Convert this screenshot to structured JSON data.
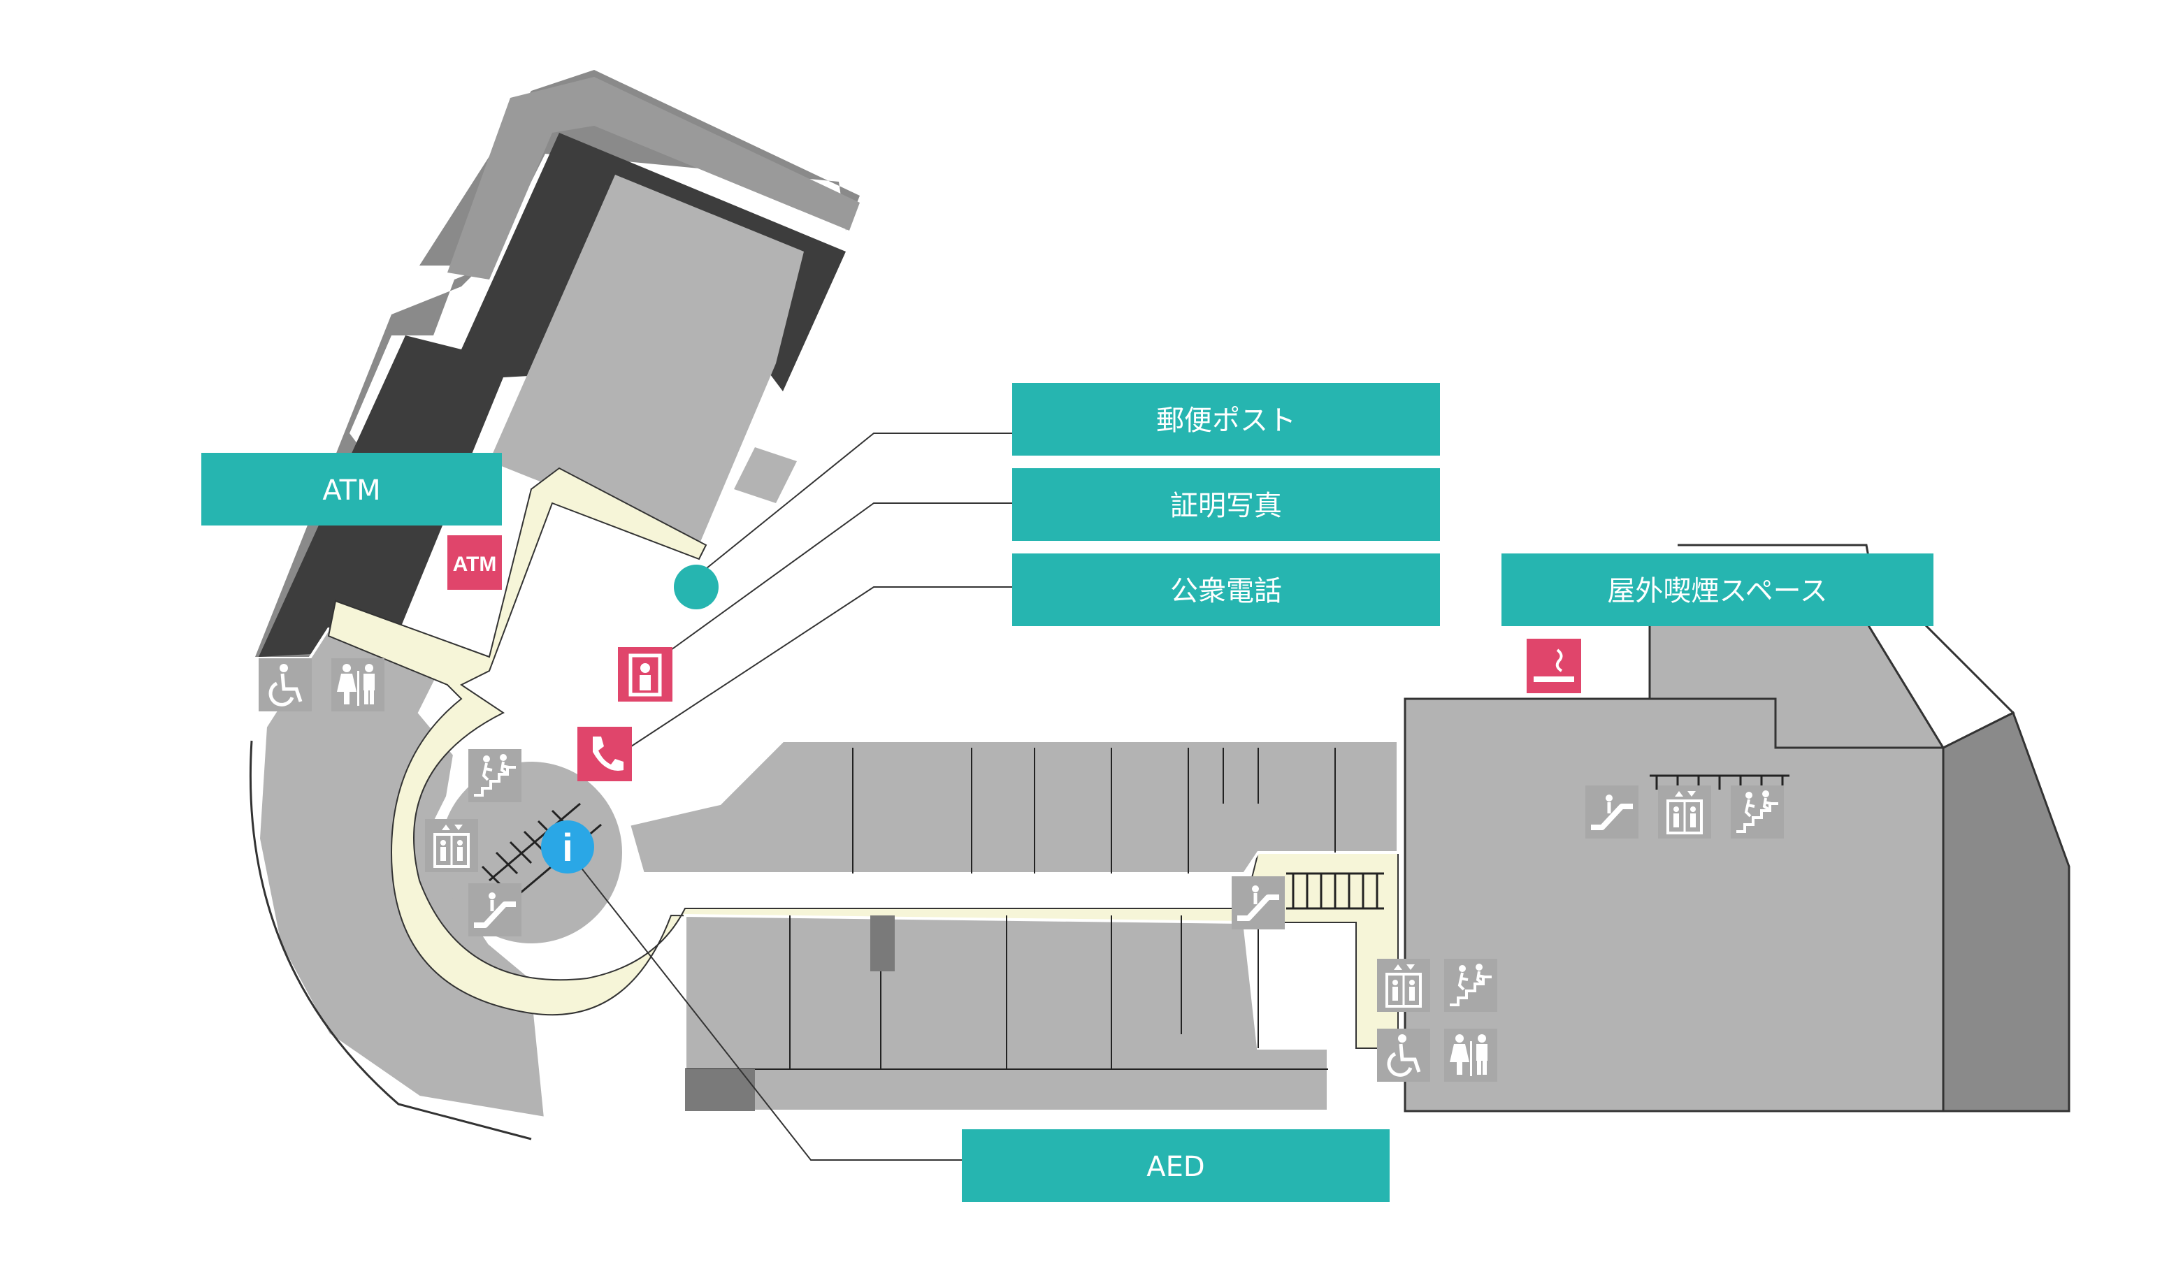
{
  "floor_map": {
    "labels": {
      "atm": "ATM",
      "post": "郵便ポスト",
      "photo": "証明写真",
      "phone": "公衆電話",
      "smoking": "屋外喫煙スペース",
      "aed": "AED"
    },
    "icon_text": {
      "atm": "ATM",
      "info": "i"
    },
    "colors": {
      "label_teal": "#26b5b0",
      "service_pink": "#e0456b",
      "info_blue": "#2aa7e6",
      "corridor": "#f6f5d8",
      "store": "#b3b3b3",
      "dark_building": "#3d3d3d",
      "mid_building": "#8a8a8a"
    },
    "icons": [
      "wheelchair-icon",
      "restroom-icon",
      "stairs-icon",
      "elevator-icon",
      "escalator-icon",
      "info-icon",
      "atm-icon",
      "photo-booth-icon",
      "phone-icon",
      "smoking-icon",
      "post-marker-icon"
    ]
  }
}
